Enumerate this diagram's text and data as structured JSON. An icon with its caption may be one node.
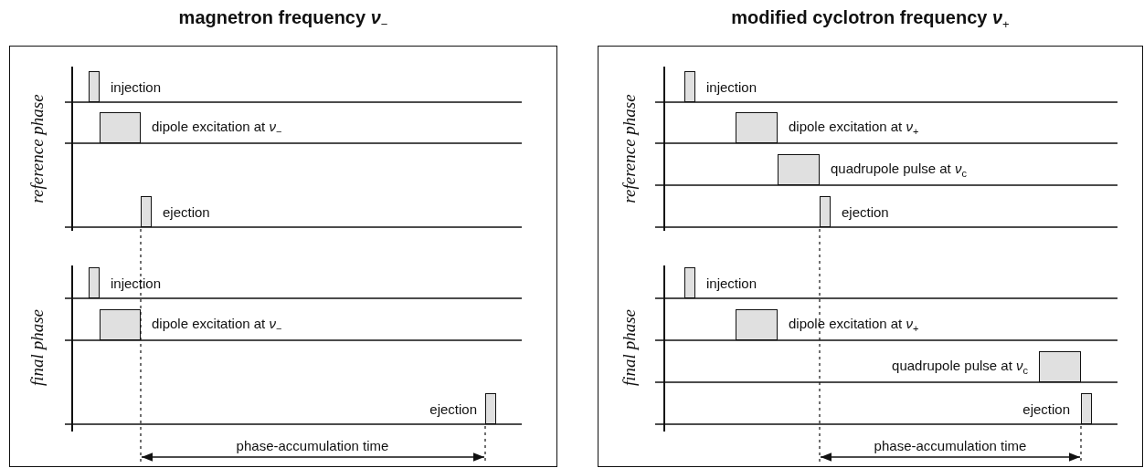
{
  "diagram": {
    "nodes": [
      {
        "text": [
          "magnetron frequency *ν*$_{−}$"
        ]
      },
      {
        "text": [],
        "shape": "box",
        "beside": [
          "injection"
        ],
        "in": 0
      },
      {
        "text": [],
        "shape": "box",
        "beside": [
          "dipole excitation at *ν*$_{−}$"
        ],
        "in": 0
      },
      {
        "text": [],
        "shape": "box",
        "beside": [
          "ejection"
        ],
        "in": 0
      },
      {
        "text": [],
        "shape": "box",
        "beside": [
          "injection"
        ],
        "in": 0
      },
      {
        "text": [],
        "shape": "box",
        "beside": [
          "dipole excitation at *ν*$_{−}$"
        ],
        "in": 0
      },
      {
        "text": [],
        "shape": "box",
        "beside": [
          "ejection"
        ],
        "in": 0
      },
      {
        "text": [
          "modified cyclotron frequency *ν*$_{+}$"
        ]
      },
      {
        "text": [],
        "shape": "box",
        "beside": [
          "injection"
        ],
        "in": 7
      },
      {
        "text": [],
        "shape": "box",
        "beside": [
          "dipole excitation at *ν*$_{+}$"
        ],
        "in": 7
      },
      {
        "text": [],
        "shape": "box",
        "beside": [
          "quadrupole pulse at *ν*$_{c}$"
        ],
        "in": 7
      },
      {
        "text": [],
        "shape": "box",
        "beside": [
          "ejection"
        ],
        "in": 7
      },
      {
        "text": [],
        "shape": "box",
        "beside": [
          "injection"
        ],
        "in": 7
      },
      {
        "text": [],
        "shape": "box",
        "beside": [
          "dipole excitation at *ν*$_{+}$"
        ],
        "in": 7
      },
      {
        "text": [],
        "shape": "box",
        "beside": [
          "quadrupole pulse at *ν*$_{c}$"
        ],
        "in": 7
      },
      {
        "text": [],
        "shape": "box",
        "beside": [
          "ejection"
        ],
        "in": 7
      }
    ],
    "edges": [],
    "labels": [
      "reference phase",
      "final phase",
      "phase-accumulation time",
      "reference phase",
      "final phase",
      "phase-accumulation time"
    ]
  }
}
